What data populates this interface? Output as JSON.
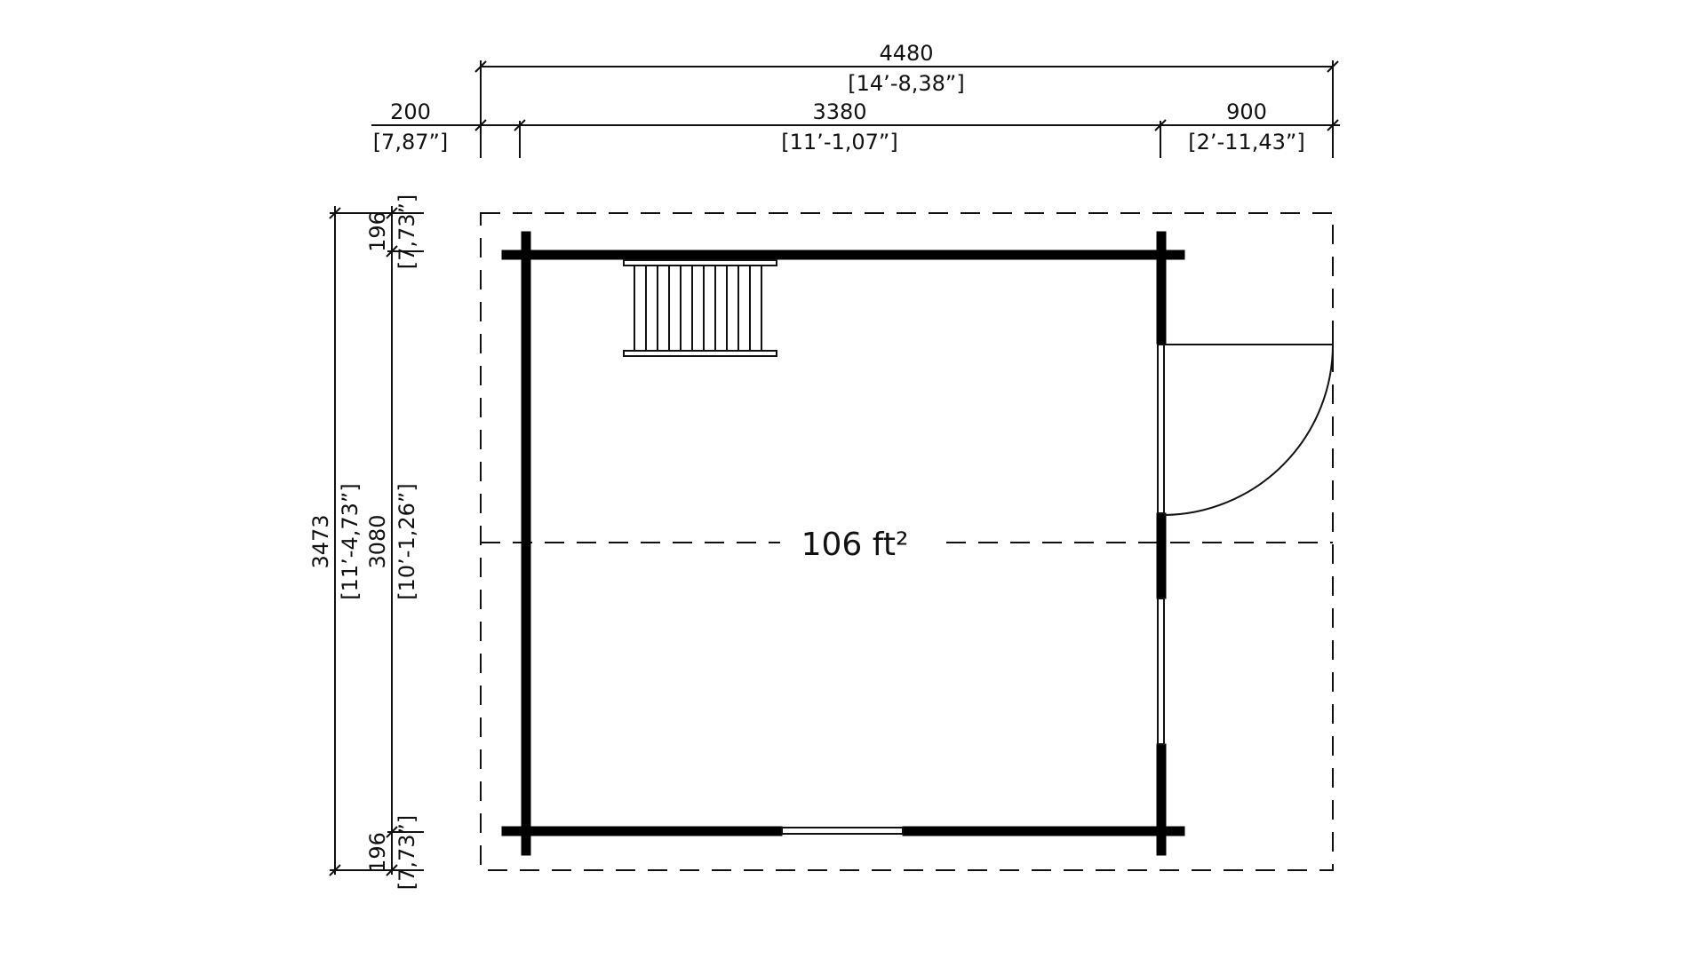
{
  "dimensions": {
    "top_total": {
      "value": "4480",
      "imperial": "[14’-8,38”]"
    },
    "top_left": {
      "value": "200",
      "imperial": "[7,87”]"
    },
    "top_middle": {
      "value": "3380",
      "imperial": "[11’-1,07”]"
    },
    "top_right": {
      "value": "900",
      "imperial": "[2’-11,43”]"
    },
    "left_total": {
      "value": "3473",
      "imperial": "[11’-4,73”]"
    },
    "left_inner": {
      "value": "3080",
      "imperial": "[10’-1,26”]"
    },
    "left_top": {
      "value": "196",
      "imperial": "[7,73”]"
    },
    "left_bottom": {
      "value": "196",
      "imperial": "[7,73”]"
    }
  },
  "area_label": "106 ft²",
  "colors": {
    "line": "#111111",
    "wall": "#000000",
    "background": "#ffffff"
  }
}
